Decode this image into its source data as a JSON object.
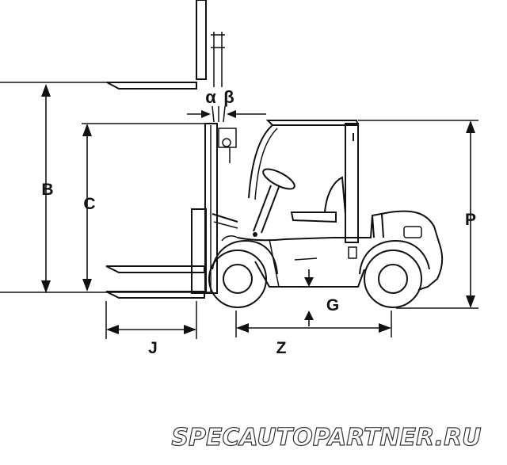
{
  "labels": {
    "alpha": "α",
    "beta": "β",
    "B": "B",
    "C": "C",
    "P": "P",
    "G": "G",
    "J": "J",
    "Z": "Z"
  },
  "watermark": "SPECAUTOPARTNER.RU",
  "colors": {
    "line": "#111111",
    "background": "#ffffff",
    "watermark_fill": "#ffffff",
    "watermark_stroke": "#333333"
  }
}
